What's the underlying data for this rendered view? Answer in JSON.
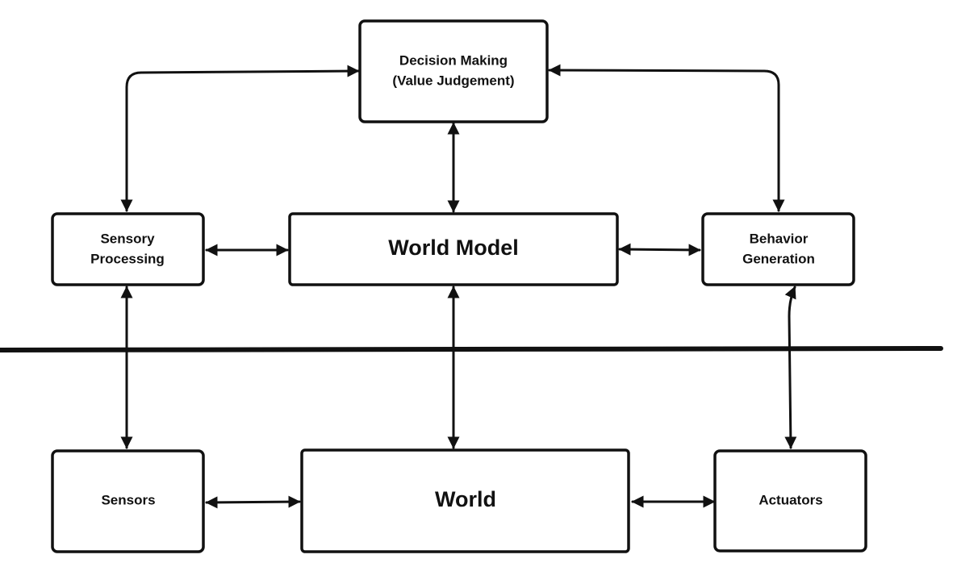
{
  "diagram": {
    "type": "block-diagram",
    "line_color": "#111111",
    "background": "#ffffff",
    "nodes": {
      "decision_making": {
        "lines": [
          "Decision Making",
          "(Value Judgement)"
        ]
      },
      "sensory_processing": {
        "lines": [
          "Sensory",
          "Processing"
        ]
      },
      "world_model": {
        "lines": [
          "World Model"
        ]
      },
      "behavior_generation": {
        "lines": [
          "Behavior",
          "Generation"
        ]
      },
      "sensors": {
        "lines": [
          "Sensors"
        ]
      },
      "world": {
        "lines": [
          "World"
        ]
      },
      "actuators": {
        "lines": [
          "Actuators"
        ]
      }
    },
    "edges": [
      {
        "from": "sensory_processing",
        "to": "decision_making",
        "direction": "both"
      },
      {
        "from": "behavior_generation",
        "to": "decision_making",
        "direction": "both"
      },
      {
        "from": "world_model",
        "to": "decision_making",
        "direction": "both"
      },
      {
        "from": "sensory_processing",
        "to": "world_model",
        "direction": "both"
      },
      {
        "from": "world_model",
        "to": "behavior_generation",
        "direction": "both"
      },
      {
        "from": "sensory_processing",
        "to": "sensors",
        "direction": "both"
      },
      {
        "from": "world_model",
        "to": "world",
        "direction": "both"
      },
      {
        "from": "behavior_generation",
        "to": "actuators",
        "direction": "both"
      },
      {
        "from": "sensors",
        "to": "world",
        "direction": "both"
      },
      {
        "from": "world",
        "to": "actuators",
        "direction": "both"
      }
    ]
  }
}
